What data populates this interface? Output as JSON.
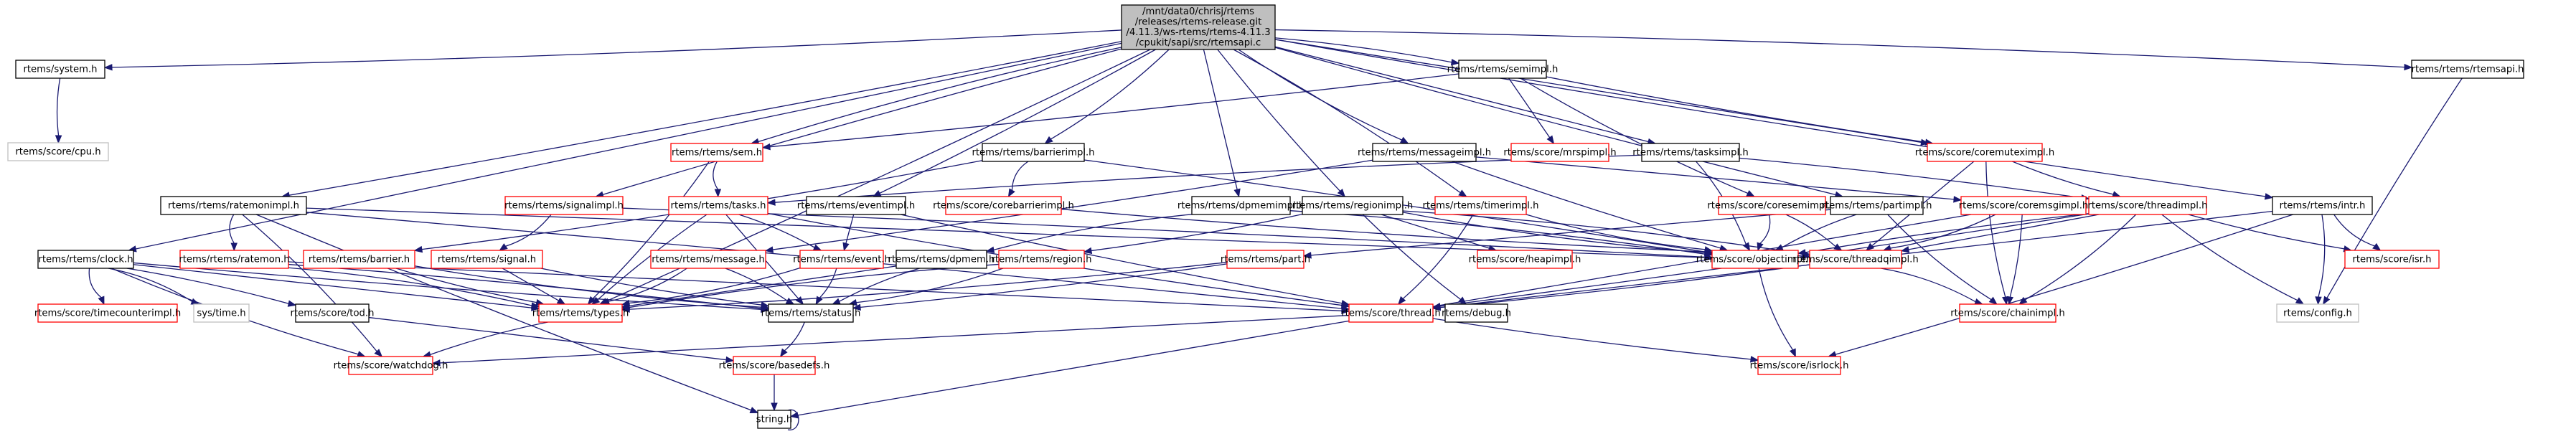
{
  "diagram": {
    "title": "Include dependency graph for rtemsapi.c",
    "style_legend": {
      "root_fill": "#bfbfbf",
      "documented_border": "#000000",
      "has_includes_border": "#ff0000",
      "external_border": "#bfbfbf",
      "edge_color": "#191970"
    },
    "nodes": [
      {
        "id": "root",
        "lines": [
          "/mnt/data0/chrisj/rtems",
          "/releases/rtems-release.git",
          "/4.11.3/ws-rtems/rtems-4.11.3",
          "/cpukit/sapi/src/rtemsapi.c"
        ],
        "kind": "root"
      },
      {
        "id": "system",
        "lines": [
          "rtems/system.h"
        ],
        "kind": "black"
      },
      {
        "id": "cpu",
        "lines": [
          "rtems/score/cpu.h"
        ],
        "kind": "gray"
      },
      {
        "id": "ratemonimpl",
        "lines": [
          "rtems/rtems/ratemonimpl.h"
        ],
        "kind": "black"
      },
      {
        "id": "clock",
        "lines": [
          "rtems/rtems/clock.h"
        ],
        "kind": "black"
      },
      {
        "id": "ratemon",
        "lines": [
          "rtems/rtems/ratemon.h"
        ],
        "kind": "red"
      },
      {
        "id": "barrier",
        "lines": [
          "rtems/rtems/barrier.h"
        ],
        "kind": "red"
      },
      {
        "id": "signalimpl",
        "lines": [
          "rtems/rtems/signalimpl.h"
        ],
        "kind": "red"
      },
      {
        "id": "signal",
        "lines": [
          "rtems/rtems/signal.h"
        ],
        "kind": "red"
      },
      {
        "id": "sem",
        "lines": [
          "rtems/rtems/sem.h"
        ],
        "kind": "red"
      },
      {
        "id": "tasks",
        "lines": [
          "rtems/rtems/tasks.h"
        ],
        "kind": "red"
      },
      {
        "id": "message",
        "lines": [
          "rtems/rtems/message.h"
        ],
        "kind": "red"
      },
      {
        "id": "timecounterimpl",
        "lines": [
          "rtems/score/timecounterimpl.h"
        ],
        "kind": "red"
      },
      {
        "id": "systime",
        "lines": [
          "sys/time.h"
        ],
        "kind": "gray"
      },
      {
        "id": "tod",
        "lines": [
          "rtems/score/tod.h"
        ],
        "kind": "black"
      },
      {
        "id": "types",
        "lines": [
          "rtems/rtems/types.h"
        ],
        "kind": "red"
      },
      {
        "id": "watchdog",
        "lines": [
          "rtems/score/watchdog.h"
        ],
        "kind": "red"
      },
      {
        "id": "barrierimpl",
        "lines": [
          "rtems/rtems/barrierimpl.h"
        ],
        "kind": "black"
      },
      {
        "id": "eventimpl",
        "lines": [
          "rtems/rtems/eventimpl.h"
        ],
        "kind": "black"
      },
      {
        "id": "corebarrierimpl",
        "lines": [
          "rtems/score/corebarrierimpl.h"
        ],
        "kind": "red"
      },
      {
        "id": "event",
        "lines": [
          "rtems/rtems/event.h"
        ],
        "kind": "red"
      },
      {
        "id": "dpmem",
        "lines": [
          "rtems/rtems/dpmem.h"
        ],
        "kind": "black"
      },
      {
        "id": "region",
        "lines": [
          "rtems/rtems/region.h"
        ],
        "kind": "red"
      },
      {
        "id": "status",
        "lines": [
          "rtems/rtems/status.h"
        ],
        "kind": "black"
      },
      {
        "id": "basedefs",
        "lines": [
          "rtems/score/basedefs.h"
        ],
        "kind": "red"
      },
      {
        "id": "string",
        "lines": [
          "string.h"
        ],
        "kind": "black"
      },
      {
        "id": "dpmemimpl",
        "lines": [
          "rtems/rtems/dpmemimpl.h"
        ],
        "kind": "black"
      },
      {
        "id": "regionimpl",
        "lines": [
          "rtems/rtems/regionimpl.h"
        ],
        "kind": "black"
      },
      {
        "id": "messageimpl",
        "lines": [
          "rtems/rtems/messageimpl.h"
        ],
        "kind": "black"
      },
      {
        "id": "timerimpl",
        "lines": [
          "rtems/rtems/timerimpl.h"
        ],
        "kind": "red"
      },
      {
        "id": "semimpl",
        "lines": [
          "rtems/rtems/semimpl.h"
        ],
        "kind": "black"
      },
      {
        "id": "part",
        "lines": [
          "rtems/rtems/part.h"
        ],
        "kind": "red"
      },
      {
        "id": "heapimpl",
        "lines": [
          "rtems/score/heapimpl.h"
        ],
        "kind": "red"
      },
      {
        "id": "thread",
        "lines": [
          "rtems/score/thread.h"
        ],
        "kind": "red"
      },
      {
        "id": "debug",
        "lines": [
          "rtems/debug.h"
        ],
        "kind": "black"
      },
      {
        "id": "mrspimpl",
        "lines": [
          "rtems/score/mrspimpl.h"
        ],
        "kind": "red"
      },
      {
        "id": "tasksimpl",
        "lines": [
          "rtems/rtems/tasksimpl.h"
        ],
        "kind": "black"
      },
      {
        "id": "coremuteximpl",
        "lines": [
          "rtems/score/coremuteximpl.h"
        ],
        "kind": "red"
      },
      {
        "id": "coresemimpl",
        "lines": [
          "rtems/score/coresemimpl.h"
        ],
        "kind": "red"
      },
      {
        "id": "partimpl",
        "lines": [
          "rtems/rtems/partimpl.h"
        ],
        "kind": "black"
      },
      {
        "id": "coremsgimpl",
        "lines": [
          "rtems/score/coremsgimpl.h"
        ],
        "kind": "red"
      },
      {
        "id": "threadimpl",
        "lines": [
          "rtems/score/threadimpl.h"
        ],
        "kind": "red"
      },
      {
        "id": "intr",
        "lines": [
          "rtems/rtems/intr.h"
        ],
        "kind": "black"
      },
      {
        "id": "rtemsapi",
        "lines": [
          "rtems/rtems/rtemsapi.h"
        ],
        "kind": "black"
      },
      {
        "id": "objectimpl",
        "lines": [
          "rtems/score/objectimpl.h"
        ],
        "kind": "red"
      },
      {
        "id": "threadqimpl",
        "lines": [
          "rtems/score/threadqimpl.h"
        ],
        "kind": "red"
      },
      {
        "id": "isr",
        "lines": [
          "rtems/score/isr.h"
        ],
        "kind": "red"
      },
      {
        "id": "chainimpl",
        "lines": [
          "rtems/score/chainimpl.h"
        ],
        "kind": "red"
      },
      {
        "id": "config",
        "lines": [
          "rtems/config.h"
        ],
        "kind": "gray"
      },
      {
        "id": "isrlock",
        "lines": [
          "rtems/score/isrlock.h"
        ],
        "kind": "red"
      }
    ],
    "edges": [
      [
        "root",
        "system"
      ],
      [
        "root",
        "ratemonimpl"
      ],
      [
        "root",
        "clock"
      ],
      [
        "root",
        "signalimpl"
      ],
      [
        "root",
        "sem"
      ],
      [
        "root",
        "barrierimpl"
      ],
      [
        "root",
        "eventimpl"
      ],
      [
        "root",
        "dpmemimpl"
      ],
      [
        "root",
        "regionimpl"
      ],
      [
        "root",
        "messageimpl"
      ],
      [
        "root",
        "timerimpl"
      ],
      [
        "root",
        "semimpl"
      ],
      [
        "root",
        "tasksimpl"
      ],
      [
        "root",
        "partimpl"
      ],
      [
        "root",
        "intr"
      ],
      [
        "root",
        "rtemsapi"
      ],
      [
        "root",
        "types"
      ],
      [
        "root",
        "coremuteximpl"
      ],
      [
        "system",
        "cpu"
      ],
      [
        "ratemonimpl",
        "ratemon"
      ],
      [
        "ratemonimpl",
        "watchdog"
      ],
      [
        "ratemonimpl",
        "thread"
      ],
      [
        "ratemonimpl",
        "objectimpl"
      ],
      [
        "ratemonimpl",
        "string"
      ],
      [
        "clock",
        "timecounterimpl"
      ],
      [
        "clock",
        "systime"
      ],
      [
        "clock",
        "tod"
      ],
      [
        "clock",
        "types"
      ],
      [
        "clock",
        "status"
      ],
      [
        "clock",
        "watchdog"
      ],
      [
        "ratemon",
        "types"
      ],
      [
        "ratemon",
        "status"
      ],
      [
        "ratemon",
        "thread"
      ],
      [
        "barrier",
        "types"
      ],
      [
        "barrier",
        "status"
      ],
      [
        "signalimpl",
        "signal"
      ],
      [
        "signalimpl",
        "objectimpl"
      ],
      [
        "signal",
        "types"
      ],
      [
        "signal",
        "status"
      ],
      [
        "sem",
        "tasks"
      ],
      [
        "sem",
        "types"
      ],
      [
        "tasks",
        "event"
      ],
      [
        "tasks",
        "status"
      ],
      [
        "tasks",
        "types"
      ],
      [
        "tasks",
        "thread"
      ],
      [
        "message",
        "types"
      ],
      [
        "message",
        "status"
      ],
      [
        "tod",
        "basedefs"
      ],
      [
        "types",
        "watchdog"
      ],
      [
        "barrierimpl",
        "corebarrierimpl"
      ],
      [
        "barrierimpl",
        "barrier"
      ],
      [
        "barrierimpl",
        "objectimpl"
      ],
      [
        "eventimpl",
        "event"
      ],
      [
        "eventimpl",
        "thread"
      ],
      [
        "corebarrierimpl",
        "threadqimpl"
      ],
      [
        "event",
        "types"
      ],
      [
        "event",
        "status"
      ],
      [
        "dpmem",
        "types"
      ],
      [
        "dpmem",
        "status"
      ],
      [
        "region",
        "types"
      ],
      [
        "region",
        "status"
      ],
      [
        "status",
        "basedefs"
      ],
      [
        "basedefs",
        "string"
      ],
      [
        "string",
        "string"
      ],
      [
        "dpmemimpl",
        "dpmem"
      ],
      [
        "dpmemimpl",
        "objectimpl"
      ],
      [
        "regionimpl",
        "region"
      ],
      [
        "regionimpl",
        "heapimpl"
      ],
      [
        "regionimpl",
        "debug"
      ],
      [
        "regionimpl",
        "objectimpl"
      ],
      [
        "regionimpl",
        "threadqimpl"
      ],
      [
        "messageimpl",
        "message"
      ],
      [
        "messageimpl",
        "coremsgimpl"
      ],
      [
        "messageimpl",
        "objectimpl"
      ],
      [
        "timerimpl",
        "objectimpl"
      ],
      [
        "timerimpl",
        "thread"
      ],
      [
        "semimpl",
        "sem"
      ],
      [
        "semimpl",
        "mrspimpl"
      ],
      [
        "semimpl",
        "coremuteximpl"
      ],
      [
        "semimpl",
        "coresemimpl"
      ],
      [
        "part",
        "types"
      ],
      [
        "part",
        "status"
      ],
      [
        "thread",
        "watchdog"
      ],
      [
        "thread",
        "isrlock"
      ],
      [
        "tasksimpl",
        "tasks"
      ],
      [
        "tasksimpl",
        "objectimpl"
      ],
      [
        "tasksimpl",
        "threadimpl"
      ],
      [
        "coremuteximpl",
        "threadqimpl"
      ],
      [
        "coremuteximpl",
        "threadimpl"
      ],
      [
        "coremuteximpl",
        "chainimpl"
      ],
      [
        "coresemimpl",
        "objectimpl"
      ],
      [
        "coresemimpl",
        "threadqimpl"
      ],
      [
        "partimpl",
        "part"
      ],
      [
        "partimpl",
        "objectimpl"
      ],
      [
        "partimpl",
        "chainimpl"
      ],
      [
        "coremsgimpl",
        "threadqimpl"
      ],
      [
        "coremsgimpl",
        "chainimpl"
      ],
      [
        "coremsgimpl",
        "string"
      ],
      [
        "threadimpl",
        "isr"
      ],
      [
        "threadimpl",
        "config"
      ],
      [
        "threadimpl",
        "chainimpl"
      ],
      [
        "threadimpl",
        "thread"
      ],
      [
        "threadimpl",
        "threadqimpl"
      ],
      [
        "threadimpl",
        "objectimpl"
      ],
      [
        "intr",
        "isr"
      ],
      [
        "intr",
        "config"
      ],
      [
        "intr",
        "isrlock"
      ],
      [
        "intr",
        "thread"
      ],
      [
        "rtemsapi",
        "config"
      ],
      [
        "objectimpl",
        "isrlock"
      ],
      [
        "threadqimpl",
        "chainimpl"
      ],
      [
        "threadqimpl",
        "thread"
      ]
    ]
  }
}
